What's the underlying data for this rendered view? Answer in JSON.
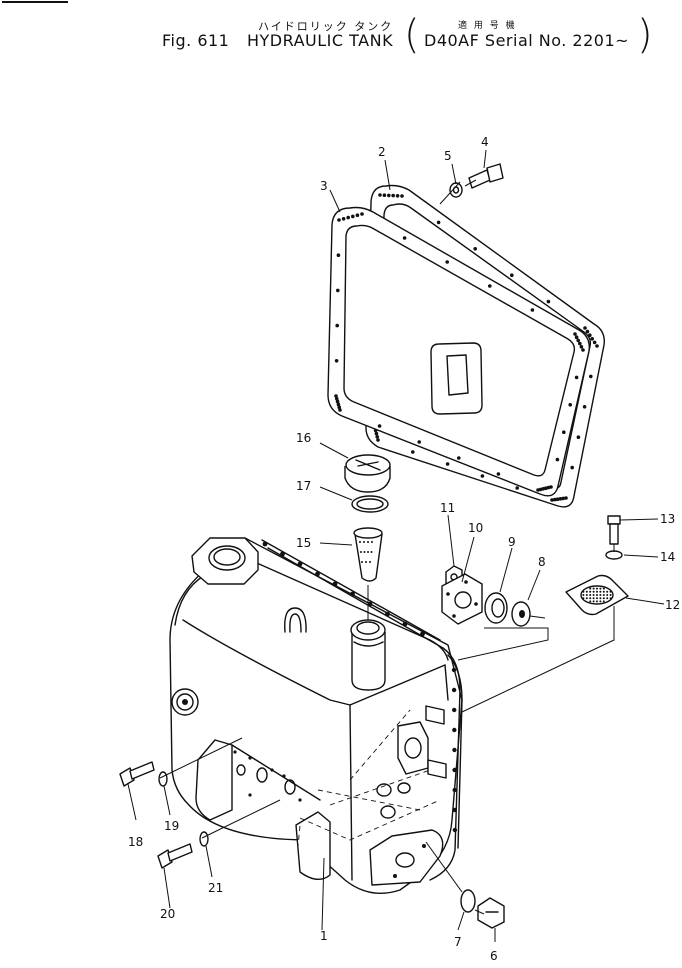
{
  "header": {
    "title_jp": "ハイドロリック タンク",
    "applicability_jp": "適 用 号 機",
    "figure_label": "Fig. 611",
    "title": "HYDRAULIC TANK",
    "model_serial": "D40AF Serial No. 2201~",
    "paren_open": "(",
    "paren_close": ")"
  },
  "callouts": [
    {
      "id": "c1",
      "label": "1"
    },
    {
      "id": "c2",
      "label": "2"
    },
    {
      "id": "c3",
      "label": "3"
    },
    {
      "id": "c4",
      "label": "4"
    },
    {
      "id": "c5",
      "label": "5"
    },
    {
      "id": "c6",
      "label": "6"
    },
    {
      "id": "c7",
      "label": "7"
    },
    {
      "id": "c8",
      "label": "8"
    },
    {
      "id": "c9",
      "label": "9"
    },
    {
      "id": "c10",
      "label": "10"
    },
    {
      "id": "c11",
      "label": "11"
    },
    {
      "id": "c12",
      "label": "12"
    },
    {
      "id": "c13",
      "label": "13"
    },
    {
      "id": "c14",
      "label": "14"
    },
    {
      "id": "c15",
      "label": "15"
    },
    {
      "id": "c16",
      "label": "16"
    },
    {
      "id": "c17",
      "label": "17"
    },
    {
      "id": "c18",
      "label": "18"
    },
    {
      "id": "c19",
      "label": "19"
    },
    {
      "id": "c20",
      "label": "20"
    },
    {
      "id": "c21",
      "label": "21"
    }
  ]
}
